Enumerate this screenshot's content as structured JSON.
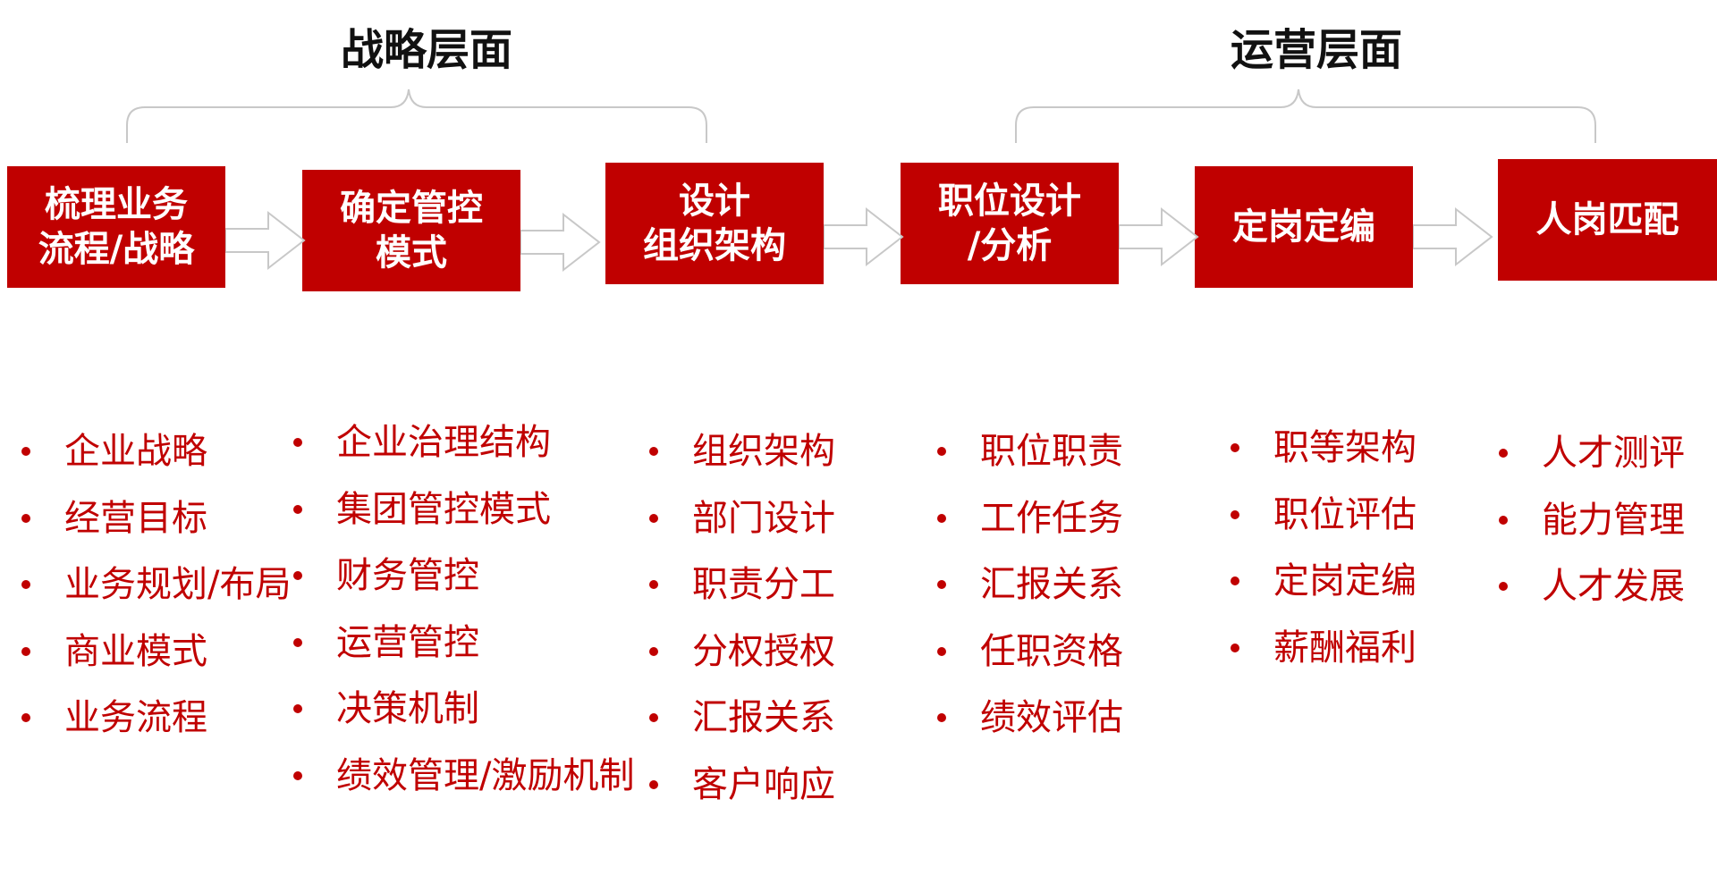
{
  "headings": {
    "strategy": "战略层面",
    "operations": "运营层面"
  },
  "colors": {
    "accent": "#c00000",
    "box_text": "#ffffff",
    "heading_text": "#111111",
    "connector_stroke": "#c8c8c8"
  },
  "steps": [
    {
      "label": "梳理业务\n流程/战略",
      "items": [
        "企业战略",
        "经营目标",
        "业务规划/布局",
        "商业模式",
        "业务流程"
      ]
    },
    {
      "label": "确定管控\n模式",
      "items": [
        "企业治理结构",
        "集团管控模式",
        "财务管控",
        "运营管控",
        "决策机制",
        "绩效管理/激励机制"
      ]
    },
    {
      "label": "设计\n组织架构",
      "items": [
        "组织架构",
        "部门设计",
        "职责分工",
        "分权授权",
        "汇报关系",
        "客户响应"
      ]
    },
    {
      "label": "职位设计\n/分析",
      "items": [
        "职位职责",
        "工作任务",
        "汇报关系",
        "任职资格",
        "绩效评估"
      ]
    },
    {
      "label": "定岗定编",
      "items": [
        "职等架构",
        "职位评估",
        "定岗定编",
        "薪酬福利"
      ]
    },
    {
      "label": "人岗匹配",
      "items": [
        "人才测评",
        "能力管理",
        "人才发展"
      ]
    }
  ]
}
